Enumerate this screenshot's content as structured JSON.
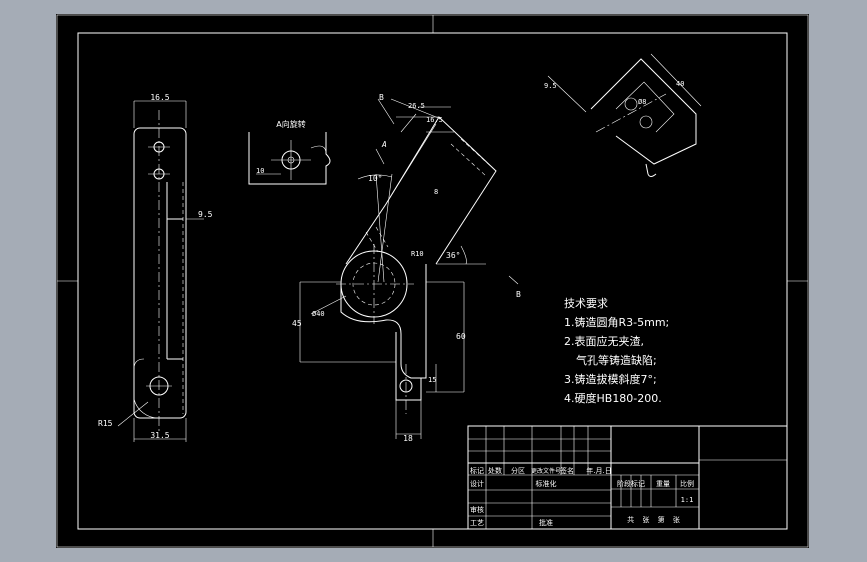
{
  "dims": {
    "left_width": "16.5",
    "left_slot": "9.5",
    "left_radius": "R15",
    "left_total": "31.5",
    "view_a_title": "A向旋转",
    "view_a_dim": "10",
    "b_label_1": "B",
    "b_label_2": "B",
    "a_label": "A",
    "d_26": "26.5",
    "d_16": "16.5",
    "d_8": "8",
    "angle_10": "10°",
    "r10": "R10",
    "angle_36": "36°",
    "dia40": "Ø40",
    "d_45": "45",
    "d_60": "60",
    "d_15": "15",
    "d_18": "18",
    "sec_9": "9.5",
    "sec_40": "40",
    "sec_dia": "Ø8"
  },
  "tech": {
    "title": "技术要求",
    "line1": "1.铸造圆角R3-5mm;",
    "line2": "2.表面应无夹渣,",
    "line3": "气孔等铸造缺陷;",
    "line4": "3.铸造拔模斜度7°;",
    "line5": "4.硬度HB180-200."
  },
  "title_block": {
    "h_mark": "标记",
    "h_count": "处数",
    "h_zone": "分区",
    "h_doc": "更改文件号",
    "h_sign": "签名",
    "h_date": "年.月.日",
    "design": "设计",
    "standard": "标准化",
    "stage": "阶段标记",
    "weight": "重量",
    "ratio": "比例",
    "scale": "1:1",
    "review": "审核",
    "process": "工艺",
    "approve": "批准",
    "sheets": "共 张 第 张"
  }
}
